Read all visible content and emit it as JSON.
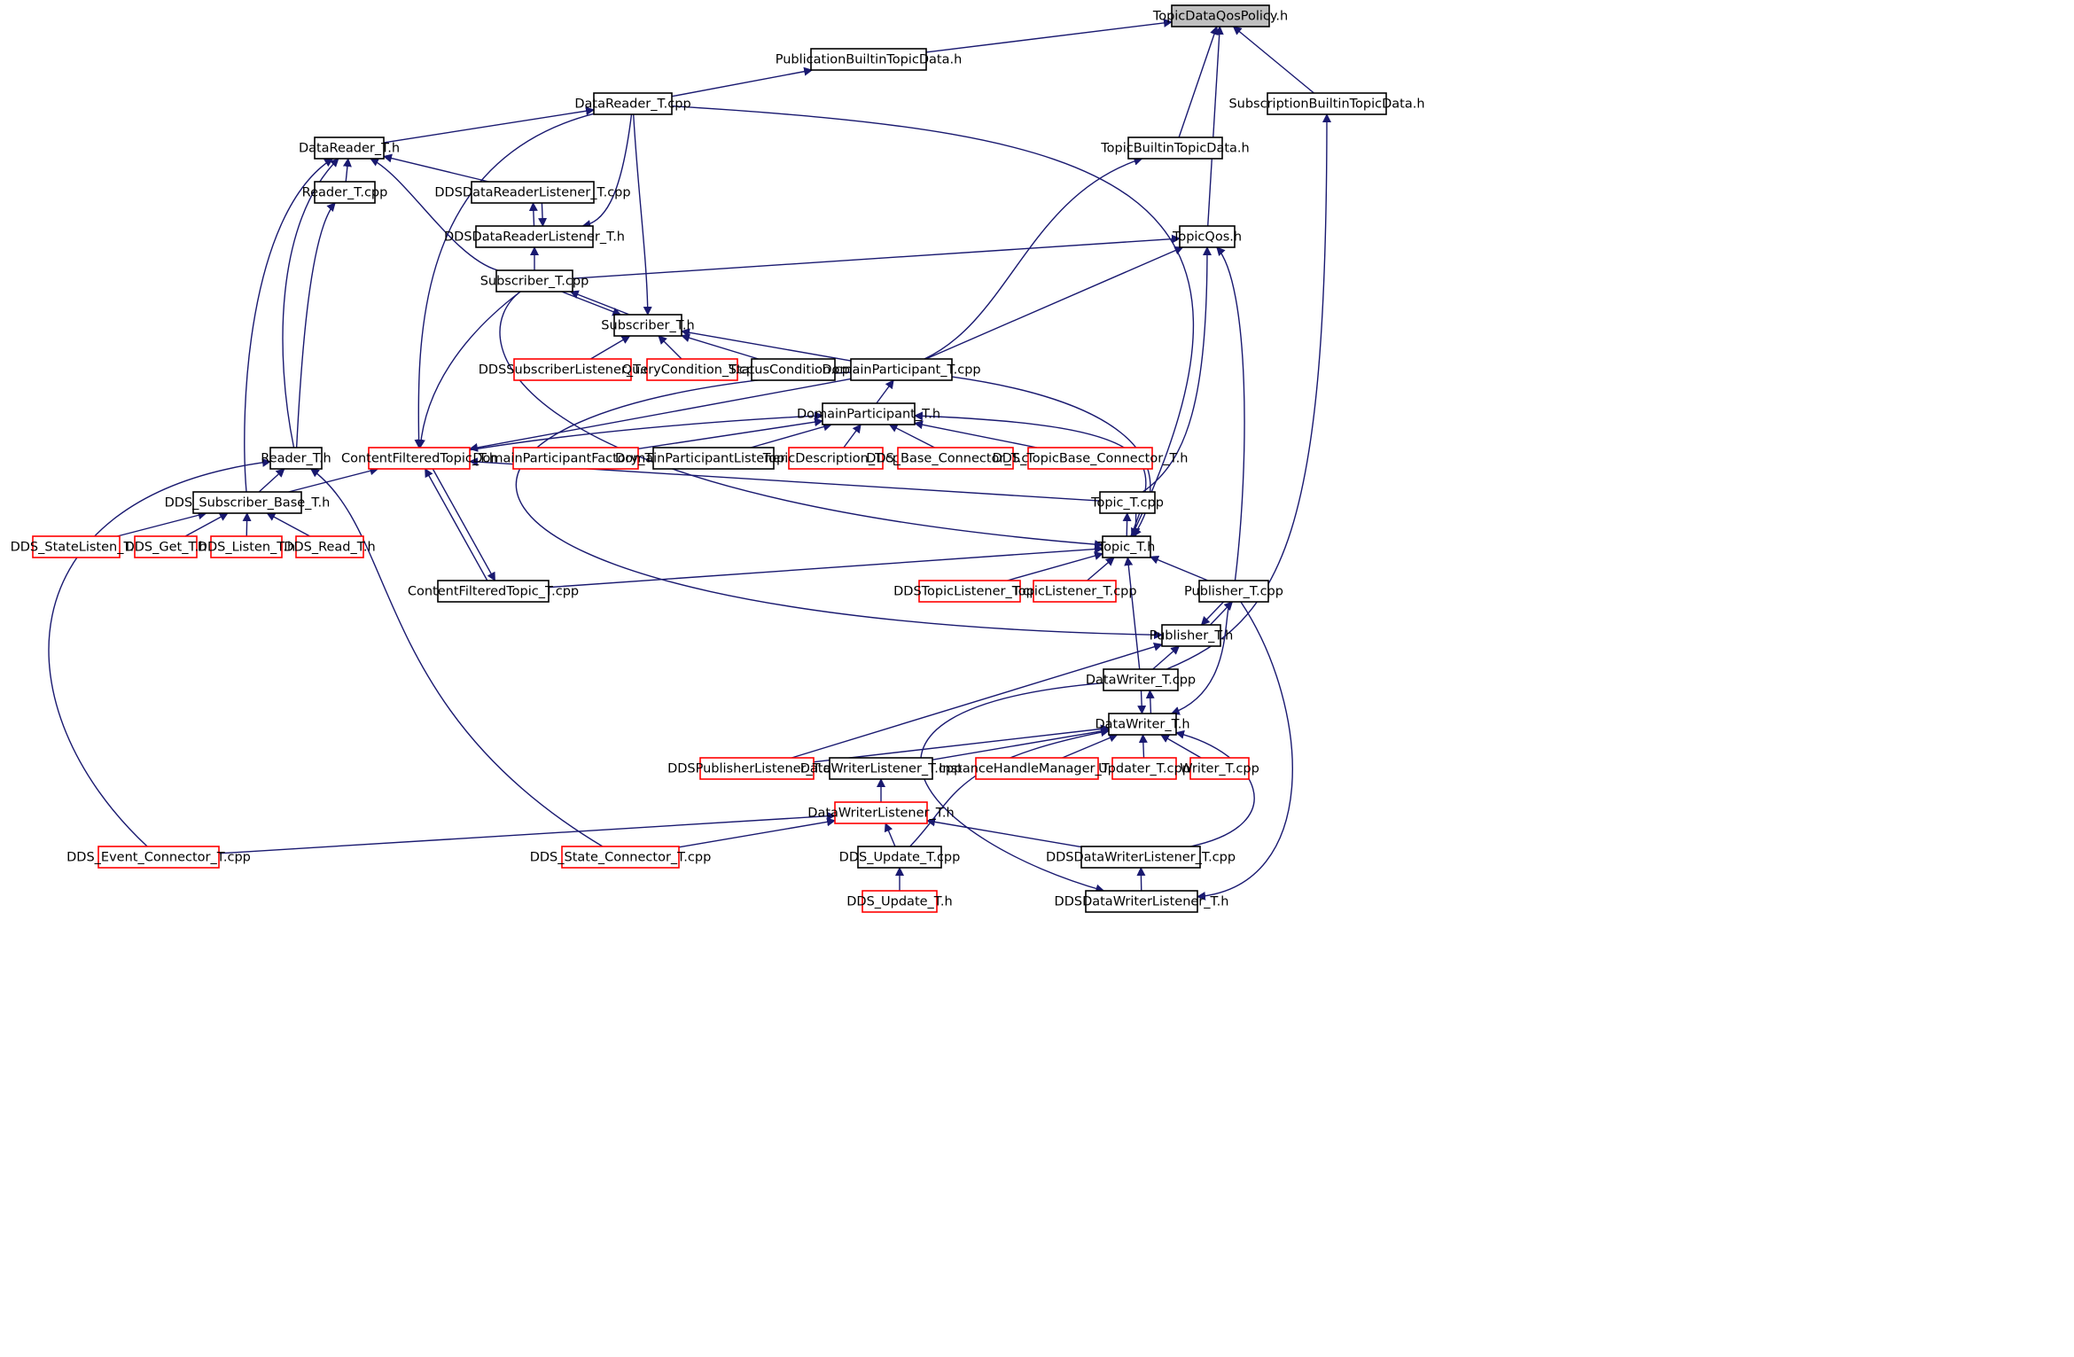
{
  "diagram": {
    "nodes": [
      {
        "id": "topicdataqospolicy_h",
        "label": "TopicDataQosPolicy.h",
        "style": "root"
      },
      {
        "id": "publicationbuiltintopicdata_h",
        "label": "PublicationBuiltinTopicData.h",
        "style": "black"
      },
      {
        "id": "datareader_t_cpp",
        "label": "DataReader_T.cpp",
        "style": "black"
      },
      {
        "id": "subscriptionbuiltintopicdata_h",
        "label": "SubscriptionBuiltinTopicData.h",
        "style": "black"
      },
      {
        "id": "datareader_t_h",
        "label": "DataReader_T.h",
        "style": "black"
      },
      {
        "id": "topicbuiltintopicdata_h",
        "label": "TopicBuiltinTopicData.h",
        "style": "black"
      },
      {
        "id": "reader_t_cpp",
        "label": "Reader_T.cpp",
        "style": "black"
      },
      {
        "id": "ddsdatareaderlistener_t_cpp",
        "label": "DDSDataReaderListener_T.cpp",
        "style": "black"
      },
      {
        "id": "ddsdatareaderlistener_t_h",
        "label": "DDSDataReaderListener_T.h",
        "style": "black"
      },
      {
        "id": "topicqos_h",
        "label": "TopicQos.h",
        "style": "black"
      },
      {
        "id": "subscriber_t_cpp",
        "label": "Subscriber_T.cpp",
        "style": "black"
      },
      {
        "id": "subscriber_t_h",
        "label": "Subscriber_T.h",
        "style": "black"
      },
      {
        "id": "ddssubscriberlistener_t_cpp",
        "label": "DDSSubscriberListener_T.cpp",
        "style": "red"
      },
      {
        "id": "querycondition_t_cpp",
        "label": "QueryCondition_T.cpp",
        "style": "red"
      },
      {
        "id": "statuscondition_cpp",
        "label": "StatusCondition.cpp",
        "style": "black"
      },
      {
        "id": "domainparticipant_t_cpp",
        "label": "DomainParticipant_T.cpp",
        "style": "black"
      },
      {
        "id": "domainparticipant_t_h",
        "label": "DomainParticipant_T.h",
        "style": "black"
      },
      {
        "id": "reader_t_h",
        "label": "Reader_T.h",
        "style": "black"
      },
      {
        "id": "contentfilteredtopic_t_h",
        "label": "ContentFilteredTopic_T.h",
        "style": "red"
      },
      {
        "id": "domainparticipantfactory_t_cpp",
        "label": "DomainParticipantFactory_T.cpp",
        "style": "red"
      },
      {
        "id": "domainparticipantlistener_cpp",
        "label": "DomainParticipantListener.cpp",
        "style": "black"
      },
      {
        "id": "topicdescription_t_cpp",
        "label": "TopicDescription_T.cpp",
        "style": "red"
      },
      {
        "id": "dds_base_connector_t_cpp",
        "label": "DDS_Base_Connector_T.cpp",
        "style": "red"
      },
      {
        "id": "dds_topicbase_connector_t_h",
        "label": "DDS_TopicBase_Connector_T.h",
        "style": "red"
      },
      {
        "id": "dds_subscriber_base_t_h",
        "label": "DDS_Subscriber_Base_T.h",
        "style": "black"
      },
      {
        "id": "topic_t_cpp",
        "label": "Topic_T.cpp",
        "style": "black"
      },
      {
        "id": "dds_statelisten_t_h",
        "label": "DDS_StateListen_T.h",
        "style": "red"
      },
      {
        "id": "dds_get_t_h",
        "label": "DDS_Get_T.h",
        "style": "red"
      },
      {
        "id": "dds_listen_t_h",
        "label": "DDS_Listen_T.h",
        "style": "red"
      },
      {
        "id": "dds_read_t_h",
        "label": "DDS_Read_T.h",
        "style": "red"
      },
      {
        "id": "topic_t_h",
        "label": "Topic_T.h",
        "style": "black"
      },
      {
        "id": "contentfilteredtopic_t_cpp",
        "label": "ContentFilteredTopic_T.cpp",
        "style": "black"
      },
      {
        "id": "ddstopiclistener_t_cpp",
        "label": "DDSTopicListener_T.cpp",
        "style": "red"
      },
      {
        "id": "topiclistener_t_cpp",
        "label": "TopicListener_T.cpp",
        "style": "red"
      },
      {
        "id": "publisher_t_cpp",
        "label": "Publisher_T.cpp",
        "style": "black"
      },
      {
        "id": "publisher_t_h",
        "label": "Publisher_T.h",
        "style": "black"
      },
      {
        "id": "datawriter_t_cpp",
        "label": "DataWriter_T.cpp",
        "style": "black"
      },
      {
        "id": "datawriter_t_h",
        "label": "DataWriter_T.h",
        "style": "black"
      },
      {
        "id": "ddspublisherlistener_t_cpp",
        "label": "DDSPublisherListener_T.cpp",
        "style": "red"
      },
      {
        "id": "datawriterlistener_t_cpp",
        "label": "DataWriterListener_T.cpp",
        "style": "black"
      },
      {
        "id": "instancehandlemanager_t_cpp",
        "label": "InstanceHandleManager_T.cpp",
        "style": "red"
      },
      {
        "id": "updater_t_cpp",
        "label": "Updater_T.cpp",
        "style": "red"
      },
      {
        "id": "writer_t_cpp",
        "label": "Writer_T.cpp",
        "style": "red"
      },
      {
        "id": "datawriterlistener_t_h",
        "label": "DataWriterListener_T.h",
        "style": "red"
      },
      {
        "id": "dds_event_connector_t_cpp",
        "label": "DDS_Event_Connector_T.cpp",
        "style": "red"
      },
      {
        "id": "dds_state_connector_t_cpp",
        "label": "DDS_State_Connector_T.cpp",
        "style": "red"
      },
      {
        "id": "dds_update_t_cpp",
        "label": "DDS_Update_T.cpp",
        "style": "black"
      },
      {
        "id": "ddsdatawriterlistener_t_cpp",
        "label": "DDSDataWriterListener_T.cpp",
        "style": "black"
      },
      {
        "id": "dds_update_t_h",
        "label": "DDS_Update_T.h",
        "style": "red"
      },
      {
        "id": "ddsdatawriterlistener_t_h",
        "label": "DDSDataWriterListener_T.h",
        "style": "black"
      }
    ],
    "edges": [
      [
        "publicationbuiltintopicdata_h",
        "topicdataqospolicy_h"
      ],
      [
        "subscriptionbuiltintopicdata_h",
        "topicdataqospolicy_h"
      ],
      [
        "topicbuiltintopicdata_h",
        "topicdataqospolicy_h"
      ],
      [
        "topicqos_h",
        "topicdataqospolicy_h"
      ],
      [
        "datareader_t_cpp",
        "publicationbuiltintopicdata_h"
      ],
      [
        "datareader_t_h",
        "datareader_t_cpp"
      ],
      [
        "reader_t_cpp",
        "datareader_t_h"
      ],
      [
        "ddsdatareaderlistener_t_cpp",
        "datareader_t_h"
      ],
      [
        "reader_t_h",
        "datareader_t_h"
      ],
      [
        "subscriber_t_cpp",
        "datareader_t_h"
      ],
      [
        "dds_subscriber_base_t_h",
        "datareader_t_h"
      ],
      [
        "reader_t_h",
        "reader_t_cpp"
      ],
      [
        "ddsdatareaderlistener_t_h",
        "ddsdatareaderlistener_t_cpp"
      ],
      [
        "ddsdatareaderlistener_t_cpp",
        "ddsdatareaderlistener_t_h"
      ],
      [
        "datareader_t_cpp",
        "ddsdatareaderlistener_t_h"
      ],
      [
        "subscriber_t_cpp",
        "ddsdatareaderlistener_t_h"
      ],
      [
        "datareader_t_cpp",
        "subscriber_t_h"
      ],
      [
        "subscriber_t_cpp",
        "subscriber_t_h"
      ],
      [
        "subscriber_t_h",
        "subscriber_t_cpp"
      ],
      [
        "datareader_t_cpp",
        "contentfilteredtopic_t_h"
      ],
      [
        "datareader_t_cpp",
        "topic_t_h"
      ],
      [
        "subscriber_t_cpp",
        "topicqos_h"
      ],
      [
        "domainparticipant_t_cpp",
        "topicqos_h"
      ],
      [
        "topic_t_cpp",
        "topicqos_h"
      ],
      [
        "publisher_t_cpp",
        "topicqos_h"
      ],
      [
        "domainparticipant_t_cpp",
        "topicbuiltintopicdata_h"
      ],
      [
        "ddssubscriberlistener_t_cpp",
        "subscriber_t_h"
      ],
      [
        "querycondition_t_cpp",
        "subscriber_t_h"
      ],
      [
        "statuscondition_cpp",
        "subscriber_t_h"
      ],
      [
        "domainparticipant_t_cpp",
        "subscriber_t_h"
      ],
      [
        "subscriber_t_cpp",
        "contentfilteredtopic_t_h"
      ],
      [
        "subscriber_t_cpp",
        "topic_t_h"
      ],
      [
        "domainparticipant_t_h",
        "domainparticipant_t_cpp"
      ],
      [
        "domainparticipant_t_cpp",
        "contentfilteredtopic_t_h"
      ],
      [
        "domainparticipant_t_cpp",
        "topic_t_h"
      ],
      [
        "domainparticipant_t_cpp",
        "publisher_t_h"
      ],
      [
        "contentfilteredtopic_t_h",
        "domainparticipant_t_h"
      ],
      [
        "domainparticipantfactory_t_cpp",
        "domainparticipant_t_h"
      ],
      [
        "domainparticipantlistener_cpp",
        "domainparticipant_t_h"
      ],
      [
        "topicdescription_t_cpp",
        "domainparticipant_t_h"
      ],
      [
        "dds_base_connector_t_cpp",
        "domainparticipant_t_h"
      ],
      [
        "dds_topicbase_connector_t_h",
        "domainparticipant_t_h"
      ],
      [
        "topic_t_h",
        "domainparticipant_t_h"
      ],
      [
        "dds_subscriber_base_t_h",
        "reader_t_h"
      ],
      [
        "dds_event_connector_t_cpp",
        "reader_t_h"
      ],
      [
        "dds_state_connector_t_cpp",
        "reader_t_h"
      ],
      [
        "dds_subscriber_base_t_h",
        "contentfilteredtopic_t_h"
      ],
      [
        "contentfilteredtopic_t_cpp",
        "contentfilteredtopic_t_h"
      ],
      [
        "contentfilteredtopic_t_h",
        "contentfilteredtopic_t_cpp"
      ],
      [
        "topic_t_cpp",
        "contentfilteredtopic_t_h"
      ],
      [
        "dds_statelisten_t_h",
        "dds_subscriber_base_t_h"
      ],
      [
        "dds_get_t_h",
        "dds_subscriber_base_t_h"
      ],
      [
        "dds_listen_t_h",
        "dds_subscriber_base_t_h"
      ],
      [
        "dds_read_t_h",
        "dds_subscriber_base_t_h"
      ],
      [
        "topic_t_h",
        "topic_t_cpp"
      ],
      [
        "topic_t_cpp",
        "topic_t_h"
      ],
      [
        "contentfilteredtopic_t_cpp",
        "topic_t_h"
      ],
      [
        "ddstopiclistener_t_cpp",
        "topic_t_h"
      ],
      [
        "topiclistener_t_cpp",
        "topic_t_h"
      ],
      [
        "publisher_t_cpp",
        "topic_t_h"
      ],
      [
        "datawriter_t_cpp",
        "topic_t_h"
      ],
      [
        "publisher_t_cpp",
        "publisher_t_h"
      ],
      [
        "publisher_t_h",
        "publisher_t_cpp"
      ],
      [
        "datawriter_t_cpp",
        "publisher_t_h"
      ],
      [
        "ddspublisherlistener_t_cpp",
        "publisher_t_h"
      ],
      [
        "datawriter_t_cpp",
        "subscriptionbuiltintopicdata_h"
      ],
      [
        "datawriter_t_cpp",
        "datawriter_t_h"
      ],
      [
        "datawriter_t_h",
        "datawriter_t_cpp"
      ],
      [
        "publisher_t_cpp",
        "datawriter_t_h"
      ],
      [
        "publisher_t_cpp",
        "ddsdatawriterlistener_t_h"
      ],
      [
        "datawriter_t_cpp",
        "ddsdatawriterlistener_t_h"
      ],
      [
        "ddspublisherlistener_t_cpp",
        "datawriter_t_h"
      ],
      [
        "datawriterlistener_t_cpp",
        "datawriter_t_h"
      ],
      [
        "instancehandlemanager_t_cpp",
        "datawriter_t_h"
      ],
      [
        "updater_t_cpp",
        "datawriter_t_h"
      ],
      [
        "writer_t_cpp",
        "datawriter_t_h"
      ],
      [
        "dds_update_t_cpp",
        "datawriter_t_h"
      ],
      [
        "ddsdatawriterlistener_t_cpp",
        "datawriter_t_h"
      ],
      [
        "datawriterlistener_t_h",
        "datawriterlistener_t_cpp"
      ],
      [
        "dds_event_connector_t_cpp",
        "datawriterlistener_t_h"
      ],
      [
        "dds_state_connector_t_cpp",
        "datawriterlistener_t_h"
      ],
      [
        "dds_update_t_cpp",
        "datawriterlistener_t_h"
      ],
      [
        "ddsdatawriterlistener_t_cpp",
        "datawriterlistener_t_h"
      ],
      [
        "dds_update_t_h",
        "dds_update_t_cpp"
      ],
      [
        "ddsdatawriterlistener_t_h",
        "ddsdatawriterlistener_t_cpp"
      ]
    ]
  }
}
